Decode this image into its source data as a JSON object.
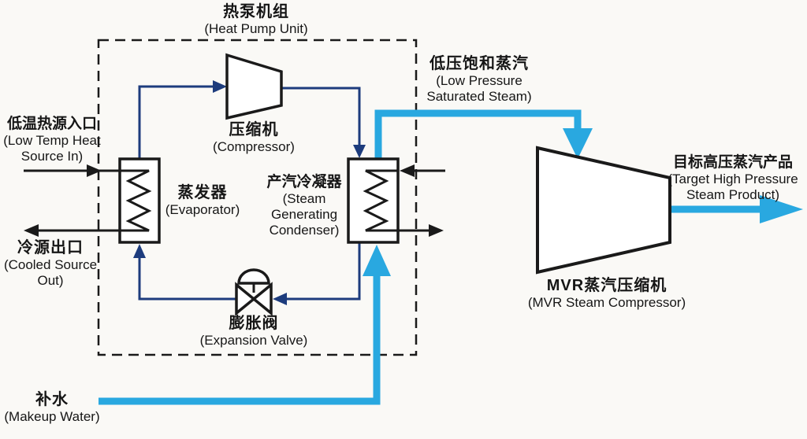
{
  "colors": {
    "background": "#faf9f6",
    "line_black": "#1a1a1a",
    "refrigerant_navy": "#1d3c7d",
    "steam_cyan": "#29a8e0"
  },
  "title": {
    "zh": "热泵机组",
    "en": "(Heat Pump Unit)"
  },
  "components": {
    "compressor": {
      "zh": "压缩机",
      "en": "(Compressor)"
    },
    "evaporator": {
      "zh": "蒸发器",
      "en": "(Evaporator)"
    },
    "condenser": {
      "zh": "产汽冷凝器",
      "en_1": "(Steam",
      "en_2": "Generating",
      "en_3": "Condenser)"
    },
    "expansion_valve": {
      "zh": "膨胀阀",
      "en": "(Expansion Valve)"
    },
    "mvr_compressor": {
      "zh": "MVR蒸汽压缩机",
      "en": "(MVR Steam Compressor)"
    }
  },
  "streams": {
    "low_temp_in": {
      "zh": "低温热源入口",
      "en_1": "(Low Temp Heat",
      "en_2": "Source In)"
    },
    "cooled_out": {
      "zh": "冷源出口",
      "en_1": "(Cooled Source",
      "en_2": "Out)"
    },
    "lp_steam": {
      "zh": "低压饱和蒸汽",
      "en_1": "(Low Pressure",
      "en_2": "Saturated Steam)"
    },
    "hp_product": {
      "zh": "目标高压蒸汽产品",
      "en_1": "(Target High Pressure",
      "en_2": "Steam Product)"
    },
    "makeup_water": {
      "zh": "补水",
      "en": "(Makeup Water)"
    }
  }
}
